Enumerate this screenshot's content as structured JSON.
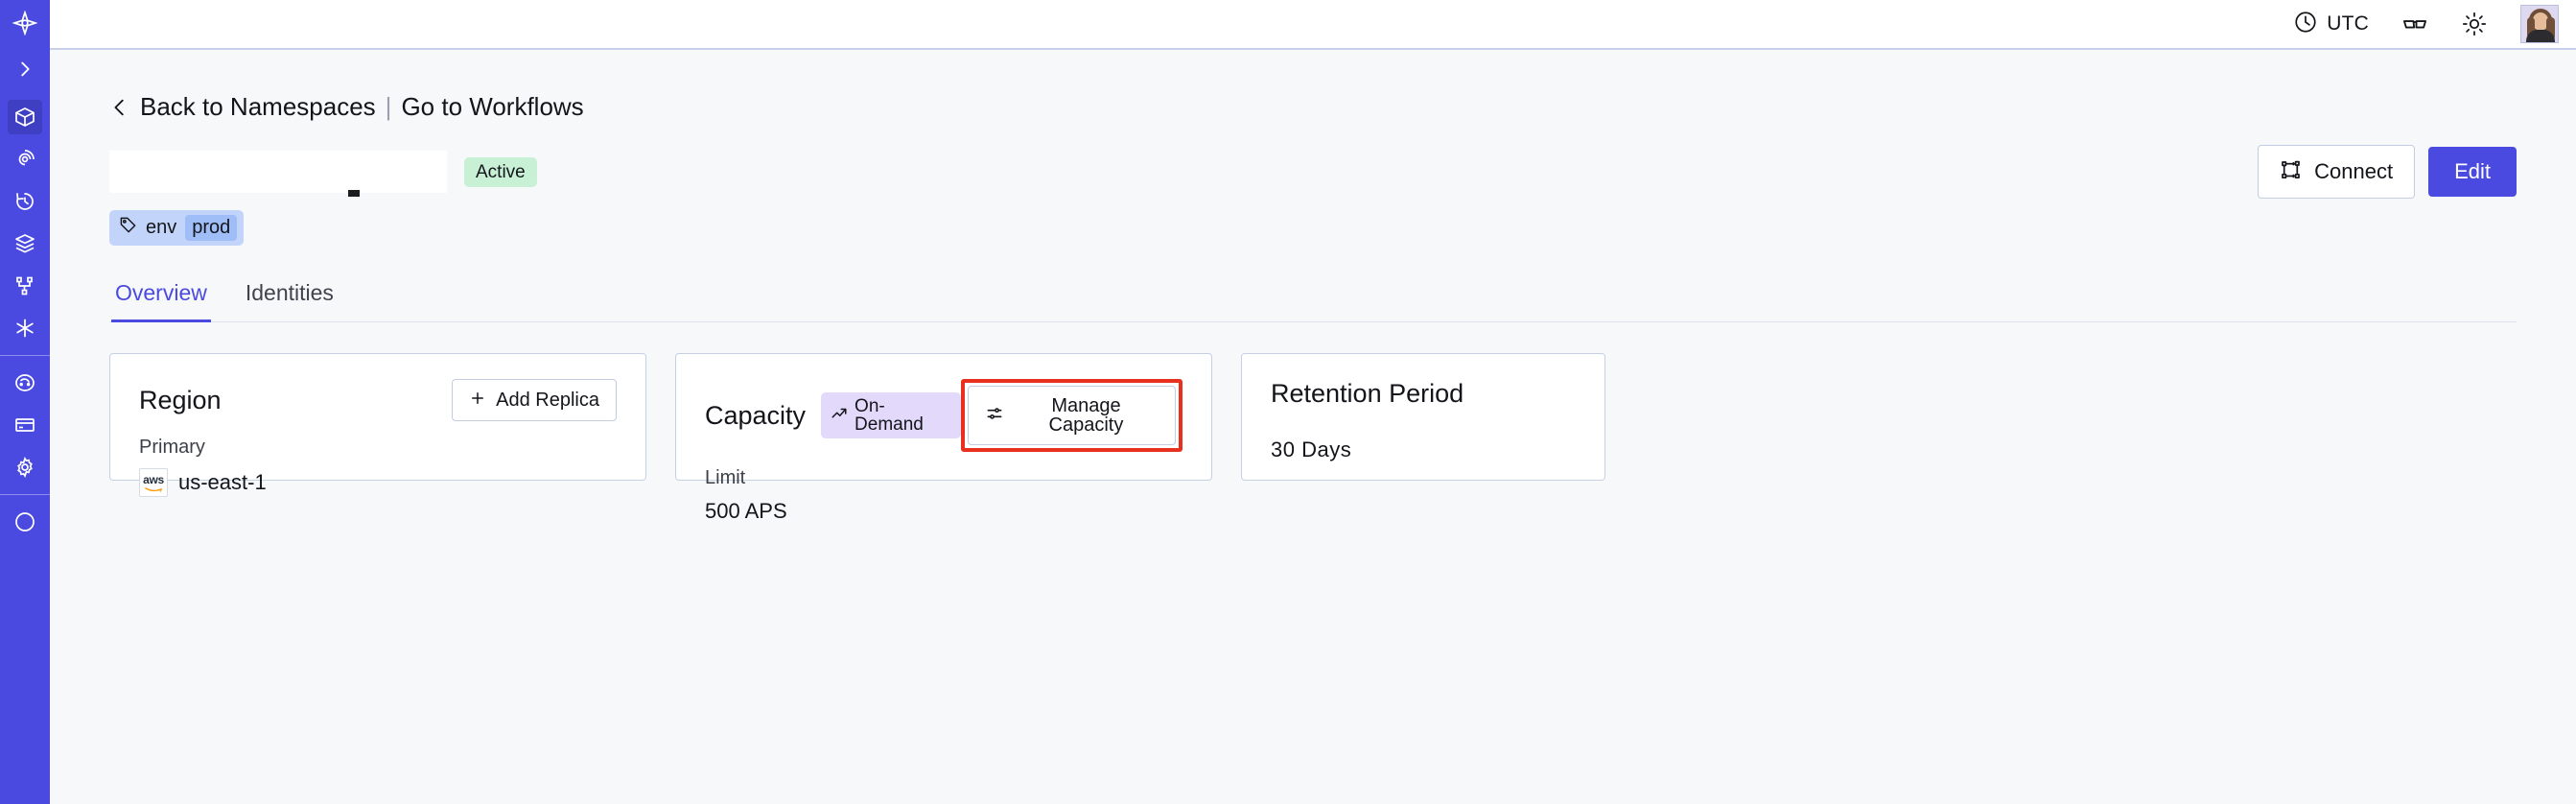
{
  "sidebar": {
    "logo_icon": "temporal-logo-icon",
    "items": [
      {
        "icon": "chevron-right-icon",
        "name": "expand-sidebar",
        "active": false
      },
      {
        "icon": "cube-icon",
        "name": "namespaces",
        "active": true
      },
      {
        "icon": "spiral-eye-icon",
        "name": "observability",
        "active": false
      },
      {
        "icon": "clock-history-icon",
        "name": "schedules",
        "active": false
      },
      {
        "icon": "layers-icon",
        "name": "batch-operations",
        "active": false
      },
      {
        "icon": "git-branch-icon",
        "name": "workflows",
        "active": false
      },
      {
        "icon": "asterisk-icon",
        "name": "nexus",
        "active": false
      },
      {
        "icon": "gauge-icon",
        "name": "usage",
        "active": false
      },
      {
        "icon": "credit-card-icon",
        "name": "billing",
        "active": false
      },
      {
        "icon": "gear-icon",
        "name": "settings",
        "active": false
      }
    ]
  },
  "topbar": {
    "timezone_icon": "clock-icon",
    "timezone_label": "UTC",
    "glasses_icon": "glasses-icon",
    "theme_icon": "sun-icon",
    "avatar_name": "user-avatar"
  },
  "breadcrumb": {
    "back_icon": "chevron-left-icon",
    "back_label": "Back to Namespaces",
    "separator": "|",
    "forward_label": "Go to Workflows"
  },
  "namespace": {
    "title": "",
    "status_badge": "Active",
    "tag": {
      "icon": "tag-icon",
      "key": "env",
      "value": "prod"
    }
  },
  "header_actions": {
    "connect_icon": "connect-flow-icon",
    "connect_label": "Connect",
    "edit_label": "Edit"
  },
  "tabs": [
    {
      "label": "Overview",
      "active": true
    },
    {
      "label": "Identities",
      "active": false
    }
  ],
  "cards": {
    "region": {
      "title": "Region",
      "action_icon": "plus-icon",
      "action_label": "Add Replica",
      "sub_label": "Primary",
      "provider_icon": "aws-logo-icon",
      "value": "us-east-1"
    },
    "capacity": {
      "title": "Capacity",
      "badge_icon": "trending-up-icon",
      "badge_label": "On-Demand",
      "action_icon": "sliders-icon",
      "action_label": "Manage Capacity",
      "highlighted": true,
      "highlight_color": "#e8301e",
      "sub_label": "Limit",
      "value": "500 APS"
    },
    "retention": {
      "title": "Retention Period",
      "value": "30  Days"
    }
  },
  "colors": {
    "sidebar_bg": "#4a4ae0",
    "accent": "#4a4ae0",
    "page_bg": "#f7f8fa",
    "card_border": "#c5d0e3",
    "badge_active_bg": "#c8f0d5",
    "badge_ondemand_bg": "#e2d9fb",
    "tag_bg": "#c3d4fa",
    "tag_value_bg": "#9fbdf7",
    "highlight_red": "#e8301e"
  }
}
